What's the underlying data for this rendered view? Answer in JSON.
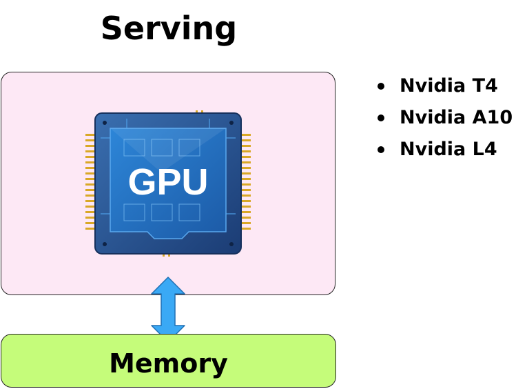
{
  "title": "Serving",
  "gpu": {
    "label": "GPU",
    "icon": "gpu-chip-icon"
  },
  "memory": {
    "label": "Memory"
  },
  "gpu_list": [
    {
      "label": "Nvidia T4"
    },
    {
      "label": "Nvidia A10"
    },
    {
      "label": "Nvidia L4"
    }
  ],
  "colors": {
    "serving_box": "#fde8f5",
    "memory_box": "#c5fc7a",
    "arrow": "#3aa9f5",
    "chip": "#1e5ea8"
  }
}
